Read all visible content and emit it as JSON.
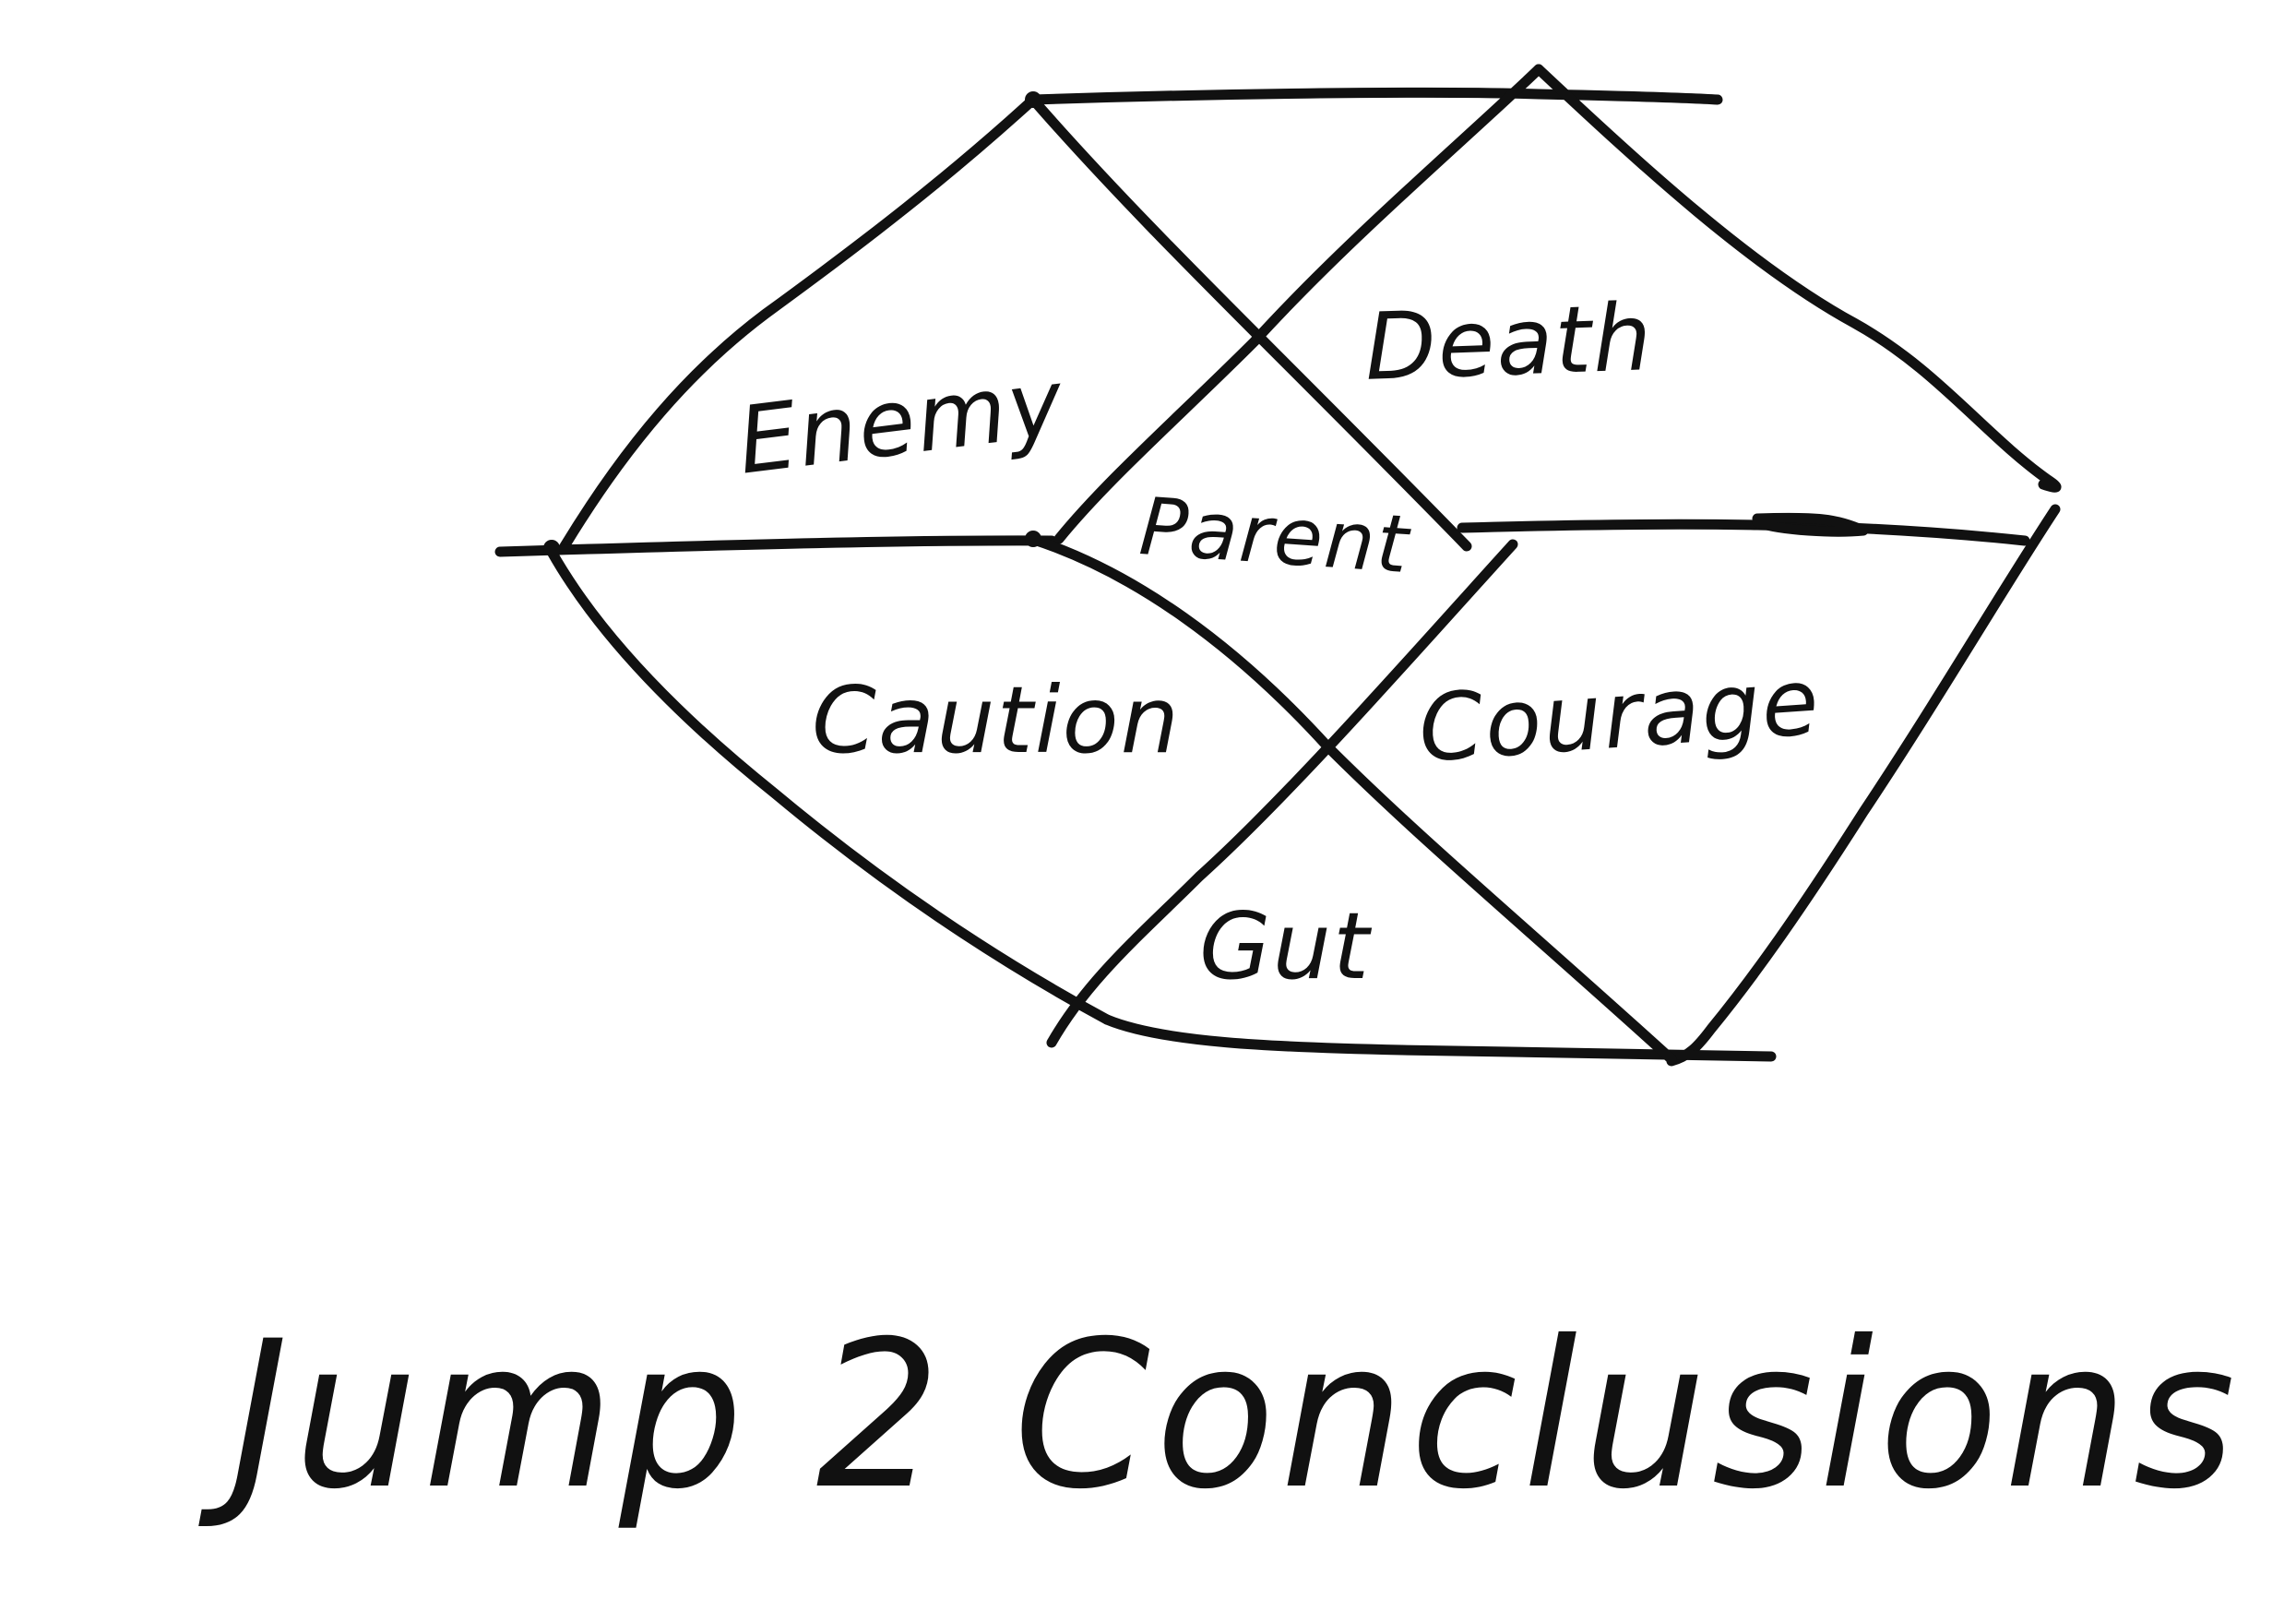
{
  "colors": {
    "ink": "#111111",
    "paper": "#ffffff"
  },
  "diagram": {
    "regions": {
      "top_left": "Enemy",
      "top_right": "Death",
      "center": "Parent",
      "middle_left": "Caution",
      "middle_right": "Courage",
      "bottom": "Gut"
    },
    "title": "Jump 2 Conclusions"
  }
}
